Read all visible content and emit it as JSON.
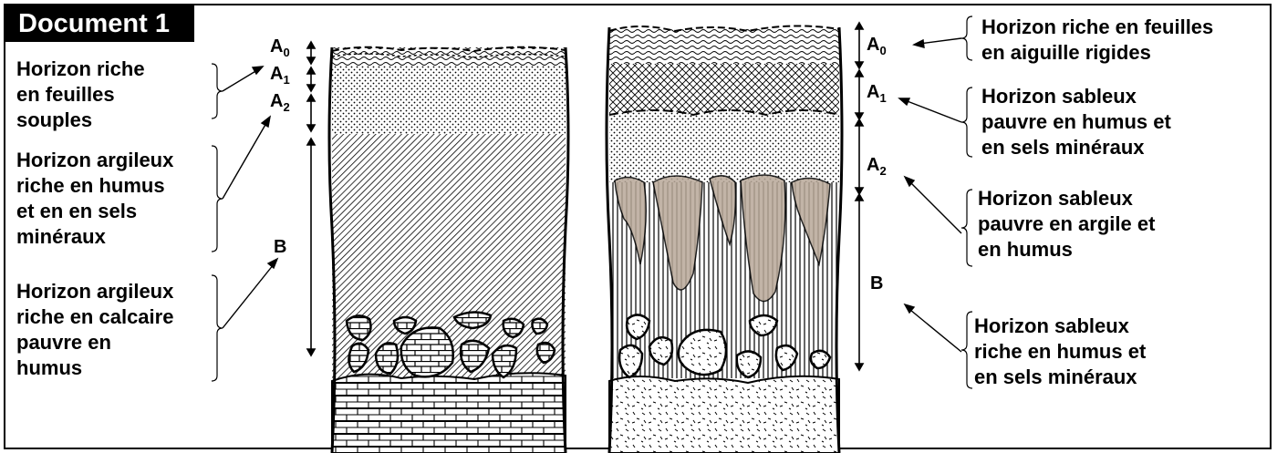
{
  "title": "Document 1",
  "left_profile": {
    "horizon_tags": [
      "A0",
      "A1",
      "A2",
      "B"
    ],
    "labels": [
      [
        "Horizon riche",
        "en feuilles",
        "souples"
      ],
      [
        "Horizon argileux",
        "riche en humus",
        "et en en sels",
        "minéraux"
      ],
      [
        "Horizon argileux",
        "riche en calcaire",
        "pauvre en",
        "humus"
      ]
    ]
  },
  "right_profile": {
    "horizon_tags": [
      "A0",
      "A1",
      "A2",
      "B"
    ],
    "labels": [
      [
        "Horizon riche en feuilles",
        "en aiguille rigides"
      ],
      [
        "Horizon sableux",
        "pauvre en humus et",
        "en sels minéraux"
      ],
      [
        "Horizon sableux",
        "pauvre en argile et",
        "en humus"
      ],
      [
        "Horizon sableux",
        "riche en humus et",
        "en sels minéraux"
      ]
    ]
  }
}
